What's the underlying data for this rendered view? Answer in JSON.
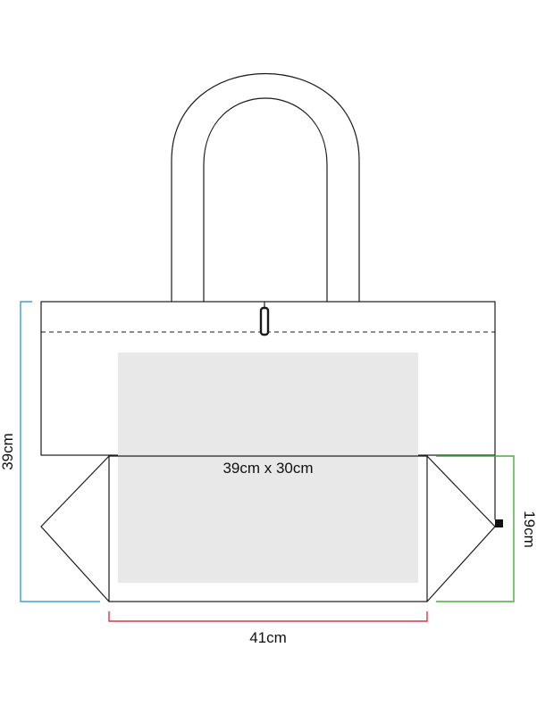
{
  "diagram": {
    "print_area_label": "39cm x 30cm",
    "height_label": "39cm",
    "width_label": "41cm",
    "gusset_label": "19cm"
  },
  "colors": {
    "outline": "#1a1a1a",
    "print_area_fill": "#e8e8e8",
    "height_dimension": "#3aa0d8",
    "width_dimension": "#d23a48",
    "gusset_dimension": "#4aab3c"
  }
}
